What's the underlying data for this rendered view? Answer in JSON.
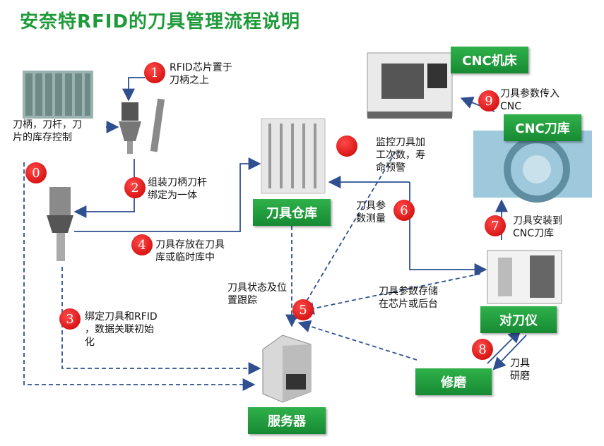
{
  "title": "安奈特RFID的刀具管理流程说明",
  "boxes": {
    "cnc_machine": "CNC机床",
    "cnc_magazine": "CNC刀库",
    "tool_store": "刀具仓库",
    "presetter": "对刀仪",
    "regrind": "修磨",
    "server": "服务器"
  },
  "steps": [
    {
      "num": "1",
      "text": "RFID芯片置于\n刀柄之上"
    },
    {
      "num": "0",
      "text": "刀柄，刀杆，刀\n片的库存控制"
    },
    {
      "num": "2",
      "text": "组装刀柄刀杆\n绑定为一体"
    },
    {
      "num": "3",
      "text": "绑定刀具和RFID\n，数据关联初始\n化"
    },
    {
      "num": "4",
      "text": "刀具存放在刀具\n库或临时库中"
    },
    {
      "num": "5",
      "text": "刀具状态及位\n置跟踪"
    },
    {
      "num": "6",
      "text": "刀具参\n数测量"
    },
    {
      "num": "7",
      "text": "刀具安装到\nCNC刀库"
    },
    {
      "num": "8",
      "text": "刀具\n研磨"
    },
    {
      "num": "9",
      "text": "刀具参数传入\nCNC"
    },
    {
      "num": "",
      "text": "监控刀具加\n工次数，寿\n命预警"
    },
    {
      "num": "",
      "text": "刀具参数存储\n在芯片或后台"
    }
  ],
  "colors": {
    "title": "#1f9a3a",
    "box": "#1f9a3a",
    "circle": "#d40000",
    "arrow": "#2f4f8f"
  }
}
